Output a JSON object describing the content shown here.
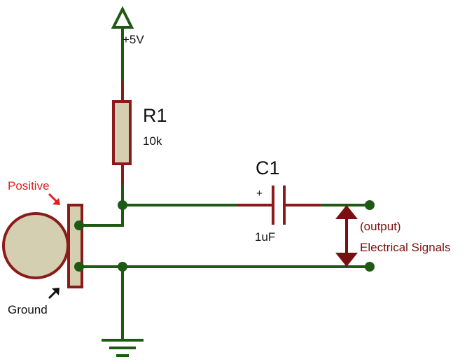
{
  "colors": {
    "wire": "#1f5a14",
    "lead": "#8b1a1a",
    "body_fill": "#d3cfb0",
    "body_stroke": "#8b1a1a",
    "text": "#111111",
    "positive_text": "#e02020",
    "output_text": "#7a0f0f",
    "arrow": "#7a0f0f"
  },
  "power": {
    "label": "+5V"
  },
  "resistor": {
    "name": "R1",
    "value": "10k"
  },
  "capacitor": {
    "name": "C1",
    "value": "1uF",
    "polarity": "+"
  },
  "microphone": {
    "positive_label": "Positive",
    "ground_label": "Ground"
  },
  "output": {
    "line1": "(output)",
    "line2": "Electrical Signals"
  }
}
